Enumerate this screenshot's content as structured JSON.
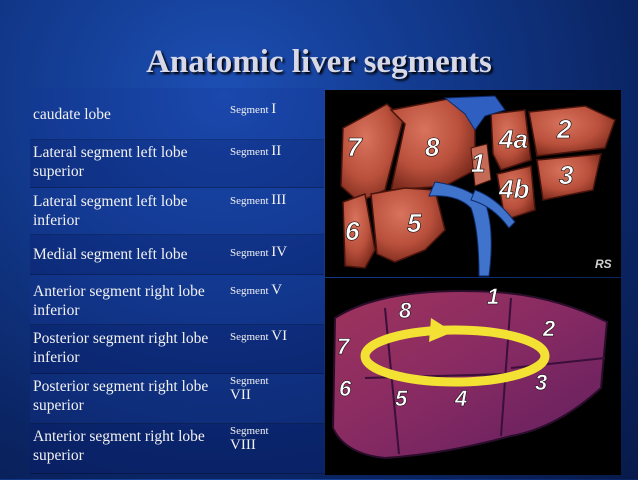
{
  "title": "Anatomic liver segments",
  "rows": [
    {
      "description": "caudate lobe",
      "segment_prefix": "Segment",
      "segment_num": "I"
    },
    {
      "description": "Lateral segment left lobe superior",
      "segment_prefix": "Segment",
      "segment_num": "II"
    },
    {
      "description": "Lateral segment left lobe inferior",
      "segment_prefix": "Segment",
      "segment_num": "III"
    },
    {
      "description": "Medial segment left lobe",
      "segment_prefix": "Segment",
      "segment_num": "IV"
    },
    {
      "description": "Anterior segment right lobe inferior",
      "segment_prefix": "Segment",
      "segment_num": "V"
    },
    {
      "description": "Posterior segment right lobe inferior",
      "segment_prefix": "Segment",
      "segment_num": "VI"
    },
    {
      "description": "Posterior segment right lobe superior",
      "segment_prefix": "Segment",
      "segment_num": "VII"
    },
    {
      "description": "Anterior segment right lobe superior",
      "segment_prefix": "Segment",
      "segment_num": "VIII"
    }
  ],
  "diagram_top": {
    "labels": [
      "7",
      "8",
      "1",
      "4a",
      "2",
      "3",
      "4b",
      "5",
      "6"
    ],
    "watermark": "RS"
  },
  "diagram_bottom": {
    "labels": [
      "8",
      "1",
      "2",
      "7",
      "3",
      "6",
      "5",
      "4"
    ]
  }
}
